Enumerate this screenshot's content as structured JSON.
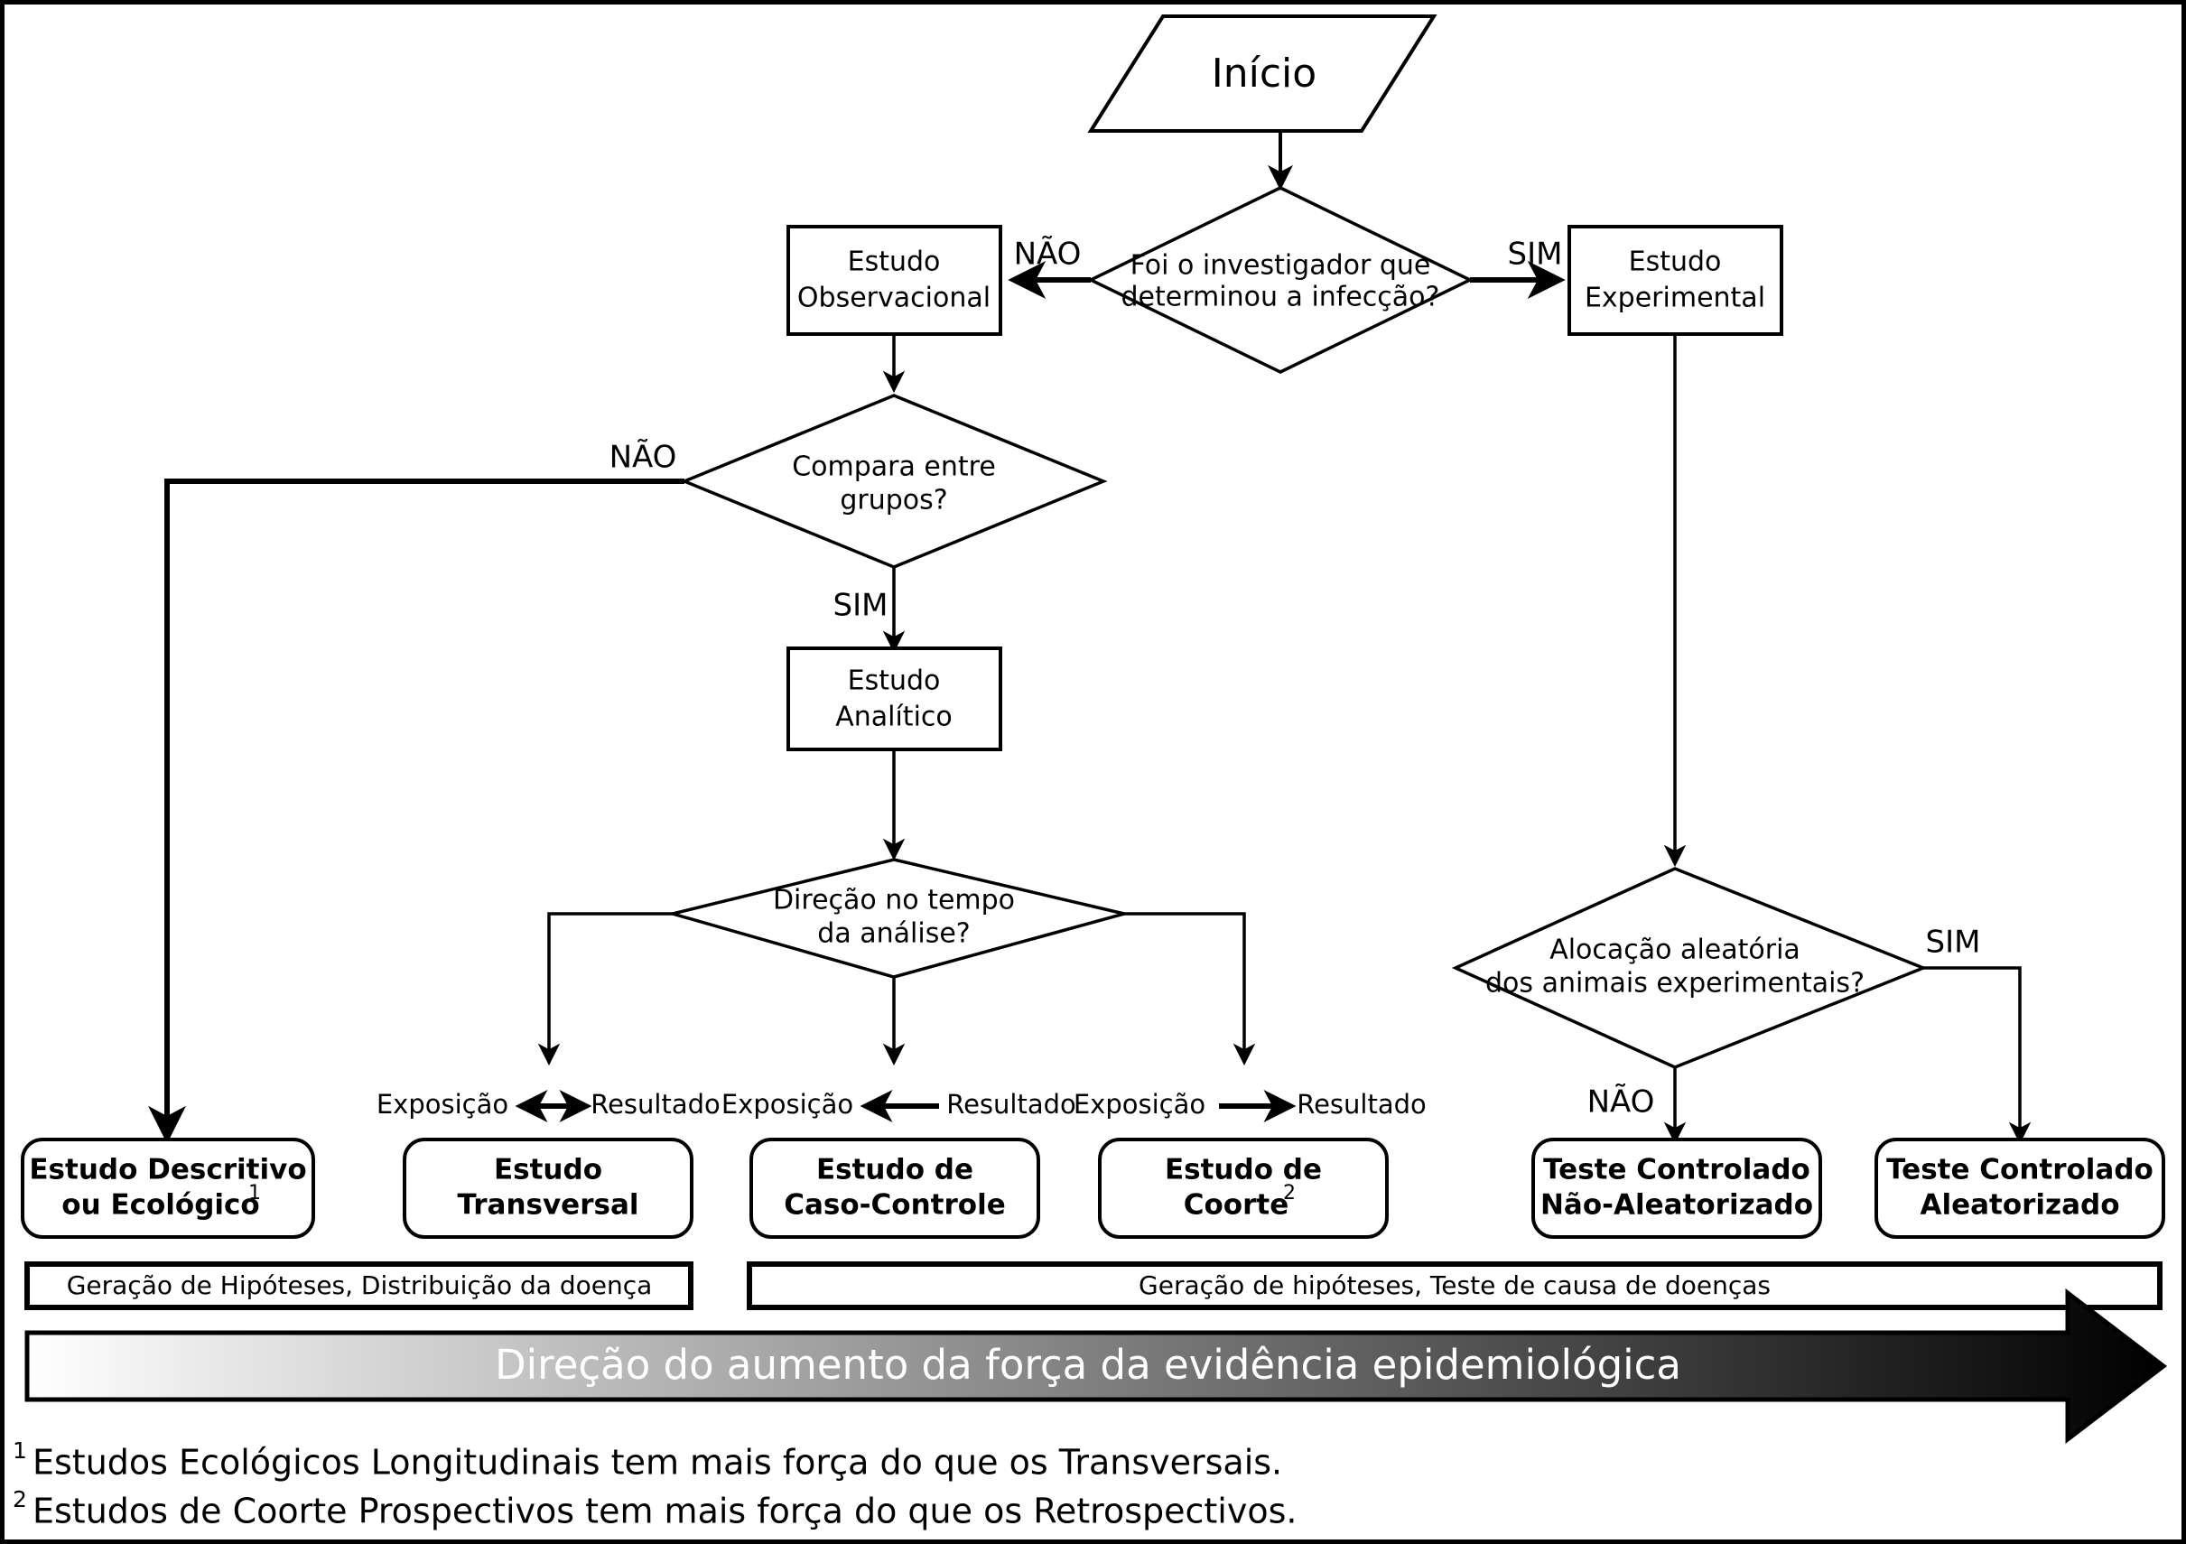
{
  "diagram": {
    "title_implicit": "Fluxograma de classificação de estudos epidemiológicos",
    "start": {
      "label": "Início"
    },
    "decisions": [
      {
        "id": "d1",
        "line1": "Foi o investigador que",
        "line2": "determinou a infecção?",
        "yes": "SIM",
        "no": "NÃO"
      },
      {
        "id": "d2",
        "line1": "Compara entre",
        "line2": "grupos?",
        "yes": "SIM",
        "no": "NÃO"
      },
      {
        "id": "d3",
        "line1": "Direção no tempo",
        "line2": "da análise?"
      },
      {
        "id": "d4",
        "line1": "Alocação aleatória",
        "line2": "dos animais experimentais?",
        "yes": "SIM",
        "no": "NÃO"
      }
    ],
    "nodes": [
      {
        "id": "n-obs",
        "line1": "Estudo",
        "line2": "Observacional"
      },
      {
        "id": "n-exp",
        "line1": "Estudo",
        "line2": "Experimental"
      },
      {
        "id": "n-ana",
        "line1": "Estudo",
        "line2": "Analítico"
      }
    ],
    "edge_labels": {
      "d1_no": "NÃO",
      "d1_yes": "SIM",
      "d2_no": "NÃO",
      "d2_yes": "SIM",
      "d4_no": "NÃO",
      "d4_yes": "SIM"
    },
    "temporal_pairs": [
      {
        "id": "pair-transversal",
        "left": "Exposição",
        "right": "Resultado",
        "direction": "both"
      },
      {
        "id": "pair-caso-controle",
        "left": "Exposição",
        "right": "Resultado",
        "direction": "left"
      },
      {
        "id": "pair-coorte",
        "left": "Exposição",
        "right": "Resultado",
        "direction": "right"
      }
    ],
    "results": [
      {
        "id": "r-descritivo",
        "line1": "Estudo Descritivo",
        "line2": "ou Ecológico",
        "sup": "1"
      },
      {
        "id": "r-transversal",
        "line1": "Estudo",
        "line2": "Transversal",
        "sup": ""
      },
      {
        "id": "r-caso-controle",
        "line1": "Estudo de",
        "line2": "Caso-Controle",
        "sup": ""
      },
      {
        "id": "r-coorte",
        "line1": "Estudo de",
        "line2": "Coorte",
        "sup": "2"
      },
      {
        "id": "r-nao-aleatorizado",
        "line1": "Teste Controlado",
        "line2": "Não-Aleatorizado",
        "sup": ""
      },
      {
        "id": "r-aleatorizado",
        "line1": "Teste Controlado",
        "line2": "Aleatorizado",
        "sup": ""
      }
    ],
    "purpose_bars": [
      {
        "id": "bar-left",
        "label": "Geração de Hipóteses, Distribuição da doença"
      },
      {
        "id": "bar-right",
        "label": "Geração de hipóteses, Teste de causa de doenças"
      }
    ],
    "gradient_arrow": {
      "label": "Direção do aumento da força da evidência epidemiológica",
      "color_start": "#ffffff",
      "color_end": "#000000",
      "text_color": "#ffffff"
    },
    "footnotes": [
      {
        "marker": "1",
        "text": "Estudos Ecológicos Longitudinais tem mais força do que os Transversais."
      },
      {
        "marker": "2",
        "text": "Estudos de Coorte Prospectivos tem mais força do que os Retrospectivos."
      }
    ],
    "colors": {
      "stroke": "#000000",
      "fill": "#ffffff",
      "frame": "#000000"
    }
  }
}
